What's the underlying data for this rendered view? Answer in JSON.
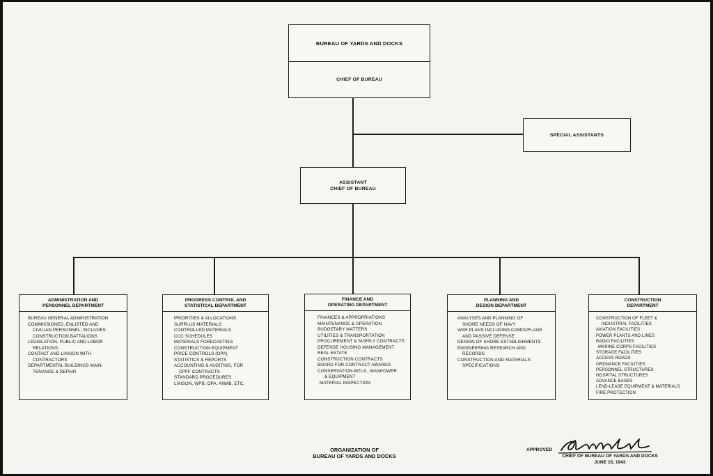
{
  "chief_box": {
    "title": "BUREAU OF YARDS AND DOCKS",
    "role": "CHIEF OF BUREAU"
  },
  "special_assistants": "SPECIAL ASSISTANTS",
  "assistant_box": {
    "line1": "ASSISTANT",
    "line2": "CHIEF OF BUREAU"
  },
  "departments": [
    {
      "title_lines": [
        "ADMINISTRATION AND",
        "PERSONNEL DEPARTMENT"
      ],
      "items": [
        "BUREAU GENERAL ADMINISTRATION",
        "COMMISSIONED, ENLISTED AND",
        "CIVILIAN PERSONNEL; INCLUDES",
        "CONSTRUCTION BATTALIONS",
        "LEGISLATION, PUBLIC AND LABOR",
        "RELATIONS",
        "CONTACT AND LIAISON WITH",
        "CONTRACTORS",
        "DEPARTMENTAL BUILDINGS MAIN-",
        "TENANCE & REPAIR"
      ]
    },
    {
      "title_lines": [
        "PROGRESS CONTROL AND",
        "STATISTICAL DEPARTMENT"
      ],
      "items": [
        "PRIORITIES & ALLOCATIONS",
        "SURPLUS MATERIALS",
        "CONTROLLED MATERIALS",
        "CCC SCHEDULES",
        "MATERIALS FORECASTING",
        "CONSTRUCTION EQUIPMENT",
        "PRICE CONTROLS (OPA)",
        "STATISTICS & REPORTS",
        "ACCOUNTING & AUDITING, FOR",
        "CPFF CONTRACTS",
        "STANDARD PROCEDURES",
        "LIAISON, WPB, OPA, ANMB, ETC."
      ]
    },
    {
      "title_lines": [
        "FINANCE AND",
        "OPERATING DEPARTMENT"
      ],
      "items": [
        "FINANCES & APPROPRIATIONS",
        "MAINTENANCE & OPERATION",
        "BUDGETARY MATTERS",
        "UTILITIES & TRANSPORTATION",
        "PROCUREMENT & SUPPLY CONTRACTS",
        "DEFENSE HOUSING MANAGEMENT",
        "REAL ESTATE",
        "CONSTRUCTION CONTRACTS",
        "BOARD FOR CONTRACT AWARDS",
        "CONSERVATION-MTLS., MANPOWER",
        "& EQUIPMENT",
        "MATERIAL INSPECTION"
      ]
    },
    {
      "title_lines": [
        "PLANNING AND",
        "DESIGN DEPARTMENT"
      ],
      "items": [
        "ANALYSES AND PLANNING OF",
        "SHORE NEEDS OF NAVY",
        "WAR PLANS INCLUDING CAMOUFLAGE",
        "AND PASSIVE DEFENSE",
        "DESIGN OF SHORE ESTABLISHMENTS",
        "ENGINEERING RESEARCH AND",
        "RECORDS",
        "CONSTRUCTION AND MATERIALS",
        "SPECIFICATIONS"
      ]
    },
    {
      "title_lines": [
        "CONSTRUCTION",
        "DEPARTMENT"
      ],
      "items": [
        "CONSTRUCTION OF FLEET &",
        "INDUSTRIAL FACILITIES",
        "AVIATION FACILITIES",
        "POWER PLANTS AND LINES",
        "RADIO FACILITIES",
        "MARINE CORPS FACILITIES",
        "STORAGE FACILITIES",
        "ACCESS ROADS",
        "ORDNANCE FACILITIES",
        "PERSONNEL STRUCTURES",
        "HOSPITAL STRUCTURES",
        "ADVANCE BASES",
        "LEND-LEASE EQUIPMENT & MATERIALS",
        "FIRE PROTECTION"
      ]
    }
  ],
  "caption": {
    "line1": "ORGANIZATION OF",
    "line2": "BUREAU OF YARDS AND DOCKS"
  },
  "approval": {
    "label": "APPROVED",
    "title": "CHIEF OF BUREAU OF YARDS AND DOCKS",
    "date": "JUNE 15, 1943"
  }
}
